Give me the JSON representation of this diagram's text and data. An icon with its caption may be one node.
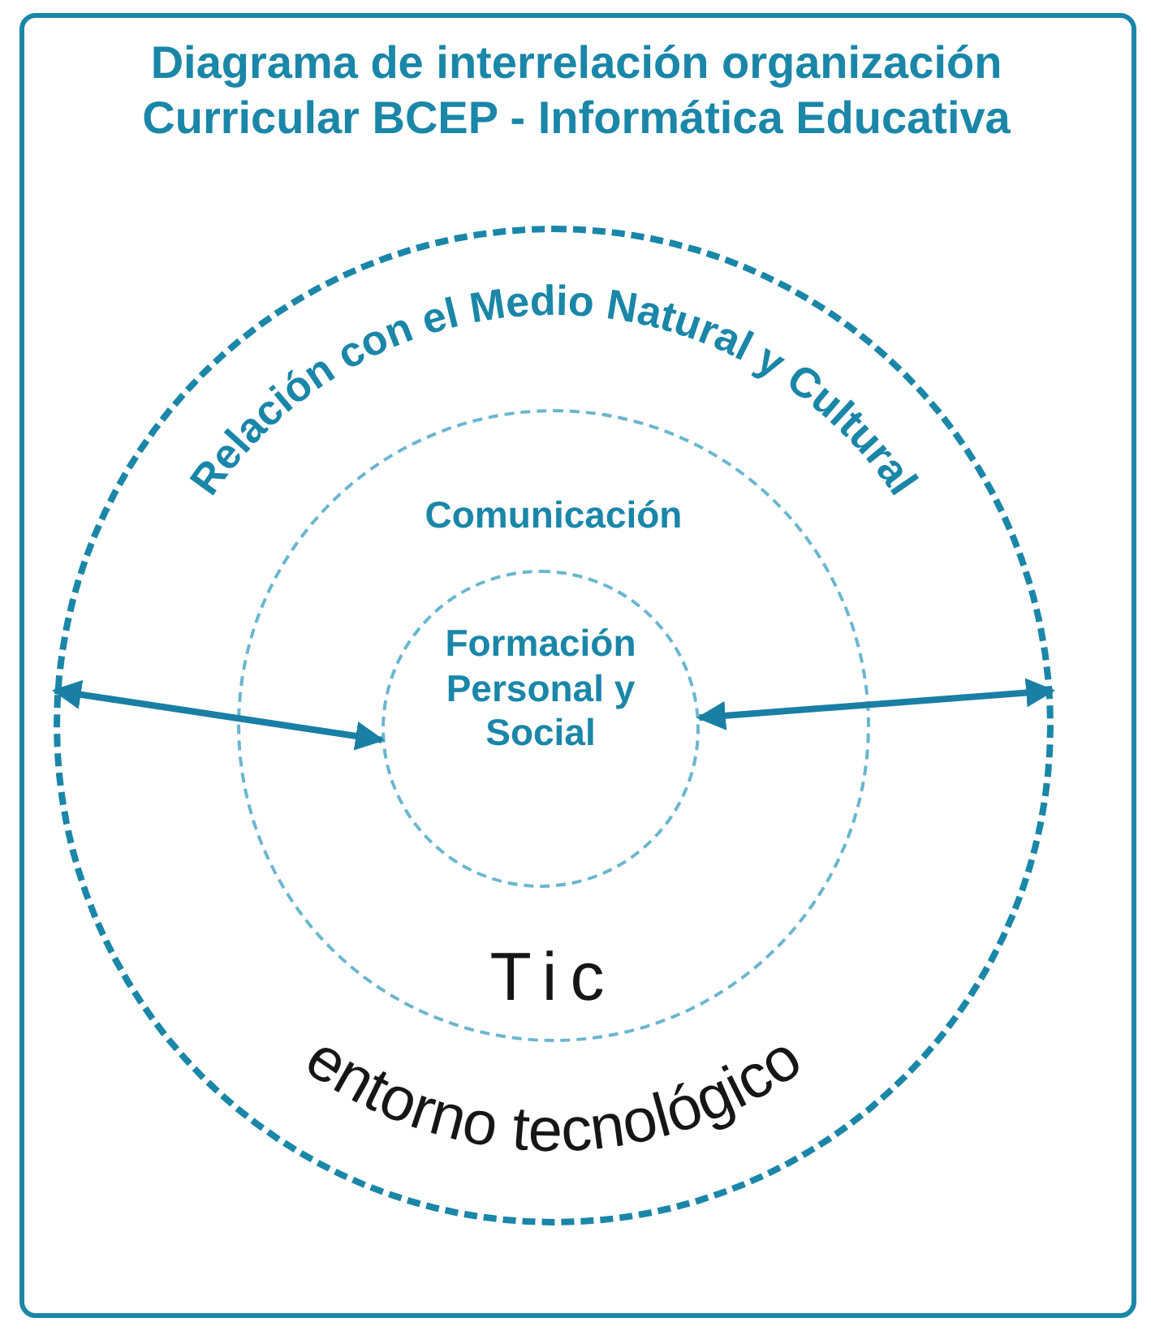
{
  "diagram": {
    "title": "Diagrama de interrelación organización Curricular BCEP - Informática Educativa",
    "nodes": [
      {
        "text": [
          "Relación con el Medio Natural y Cultural"
        ]
      },
      {
        "text": [
          "Comunicación"
        ],
        "in": 0
      },
      {
        "text": [
          "Formación Personal y Social"
        ],
        "in": 1
      }
    ],
    "edges": [
      {
        "from": 0,
        "to": 2,
        "arrow": "both"
      },
      {
        "from": 2,
        "to": 0,
        "arrow": "both"
      }
    ],
    "labels": [
      "Tic",
      "entorno tecnológico"
    ]
  }
}
